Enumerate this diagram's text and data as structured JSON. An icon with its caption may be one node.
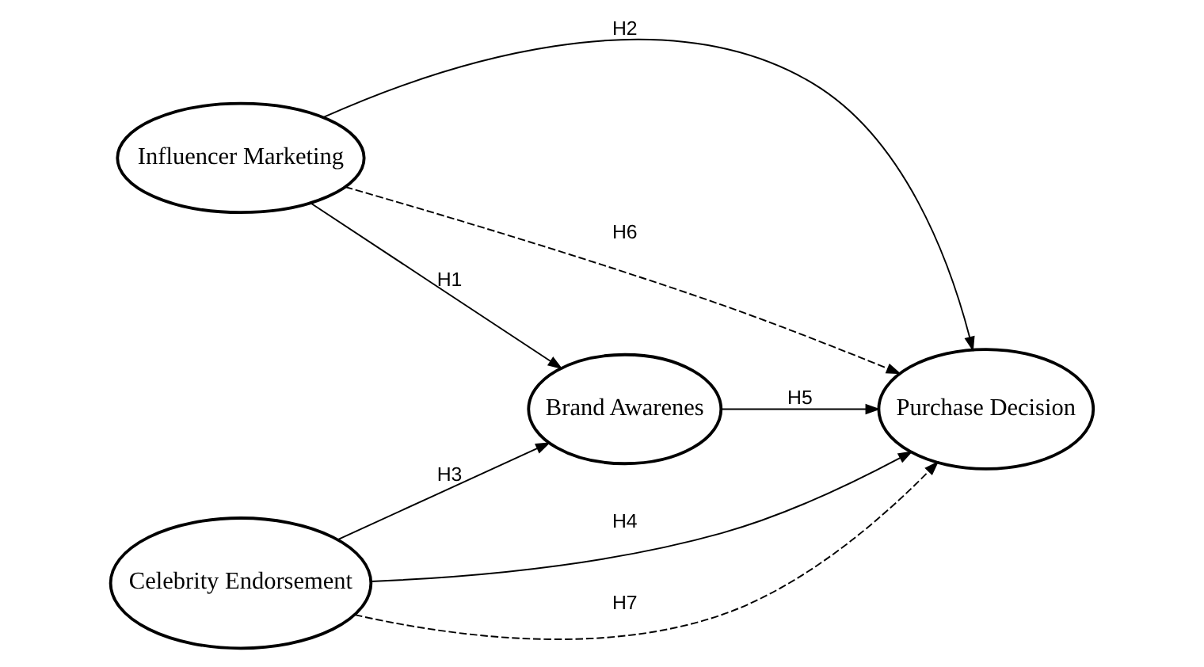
{
  "diagram": {
    "nodes": [
      {
        "text": [
          "Influencer Marketing"
        ]
      },
      {
        "text": [
          "Brand Awarenes"
        ]
      },
      {
        "text": [
          "Purchase Decision"
        ]
      },
      {
        "text": [
          "Celebrity Endorsement"
        ]
      }
    ],
    "edges": [
      {
        "from": 0,
        "to": 1,
        "arrow": "to",
        "label": "H1"
      },
      {
        "from": 0,
        "to": 2,
        "arrow": "to",
        "label": "H2"
      },
      {
        "from": 0,
        "to": 2,
        "arrow": "to",
        "label": "H6",
        "style": "dashed"
      },
      {
        "from": 3,
        "to": 1,
        "arrow": "to",
        "label": "H3"
      },
      {
        "from": 3,
        "to": 2,
        "arrow": "to",
        "label": "H4"
      },
      {
        "from": 1,
        "to": 2,
        "arrow": "to",
        "label": "H5"
      },
      {
        "from": 3,
        "to": 2,
        "arrow": "to",
        "label": "H7",
        "style": "dashed"
      }
    ]
  }
}
